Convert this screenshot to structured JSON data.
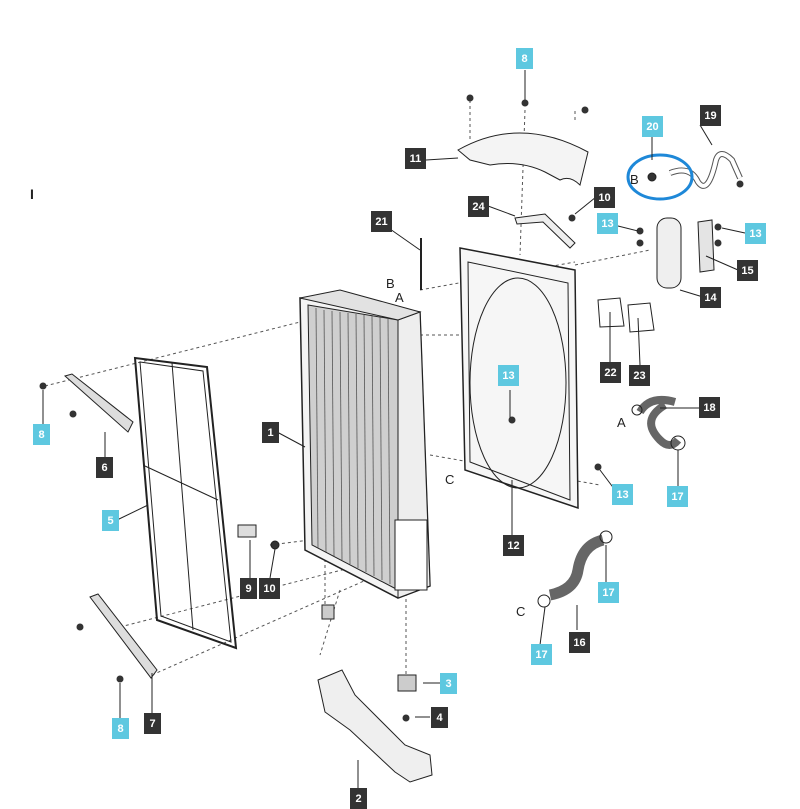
{
  "diagram": {
    "parts": [
      {
        "id": "radiator",
        "label": "1",
        "style": "dark"
      },
      {
        "id": "lower-bracket",
        "label": "2",
        "style": "dark"
      },
      {
        "id": "rubber-mount",
        "label": "3",
        "style": "light"
      },
      {
        "id": "nut-4",
        "label": "4",
        "style": "dark"
      },
      {
        "id": "screen-frame",
        "label": "5",
        "style": "light"
      },
      {
        "id": "upper-strip",
        "label": "6",
        "style": "dark"
      },
      {
        "id": "lower-strip",
        "label": "7",
        "style": "dark"
      },
      {
        "id": "bolt-8-top",
        "label": "8",
        "style": "light"
      },
      {
        "id": "bolt-8-left",
        "label": "8",
        "style": "light"
      },
      {
        "id": "bolt-8-bottom",
        "label": "8",
        "style": "light"
      },
      {
        "id": "clip",
        "label": "9",
        "style": "dark"
      },
      {
        "id": "nut-10-left",
        "label": "10",
        "style": "dark"
      },
      {
        "id": "nut-10-top",
        "label": "10",
        "style": "dark"
      },
      {
        "id": "top-cover",
        "label": "11",
        "style": "dark"
      },
      {
        "id": "shroud",
        "label": "12",
        "style": "dark"
      },
      {
        "id": "bolt-13-a",
        "label": "13",
        "style": "light"
      },
      {
        "id": "bolt-13-b",
        "label": "13",
        "style": "light"
      },
      {
        "id": "bolt-13-center",
        "label": "13",
        "style": "light"
      },
      {
        "id": "bolt-13-low",
        "label": "13",
        "style": "light"
      },
      {
        "id": "expansion-tank",
        "label": "14",
        "style": "dark"
      },
      {
        "id": "tank-bracket",
        "label": "15",
        "style": "dark"
      },
      {
        "id": "lower-hose",
        "label": "16",
        "style": "dark"
      },
      {
        "id": "clamp-17-a",
        "label": "17",
        "style": "light"
      },
      {
        "id": "clamp-17-b",
        "label": "17",
        "style": "light"
      },
      {
        "id": "clamp-17-c",
        "label": "17",
        "style": "light"
      },
      {
        "id": "upper-hose",
        "label": "18",
        "style": "dark"
      },
      {
        "id": "overflow-hose",
        "label": "19",
        "style": "dark"
      },
      {
        "id": "hose-clamp-20",
        "label": "20",
        "style": "light"
      },
      {
        "id": "rod",
        "label": "21",
        "style": "dark"
      },
      {
        "id": "seal-22",
        "label": "22",
        "style": "dark"
      },
      {
        "id": "seal-23",
        "label": "23",
        "style": "dark"
      },
      {
        "id": "stay-bar",
        "label": "24",
        "style": "dark"
      }
    ],
    "connection_letters": [
      {
        "id": "B-radiator",
        "text": "B"
      },
      {
        "id": "A-radiator",
        "text": "A"
      },
      {
        "id": "C-radiator",
        "text": "C"
      },
      {
        "id": "B-hose",
        "text": "B"
      },
      {
        "id": "A-hose",
        "text": "A"
      },
      {
        "id": "C-hose",
        "text": "C"
      }
    ],
    "stray_mark": "I",
    "colors": {
      "dark_tag": "#333333",
      "light_tag": "#5ec8e0",
      "highlight": "#1e88d8",
      "line": "#222222"
    }
  }
}
